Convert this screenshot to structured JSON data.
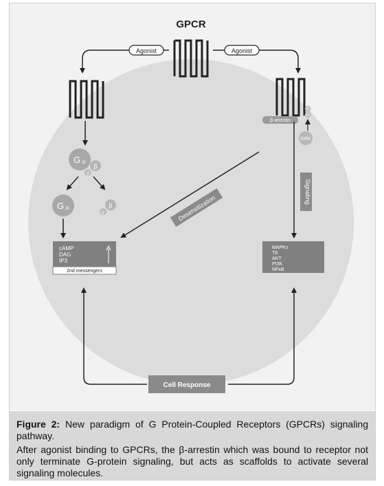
{
  "diagram": {
    "title": "GPCR",
    "agonist_left": "Agonist",
    "agonist_right": "Agonist",
    "g_alpha": "G",
    "alpha_sub": "α",
    "beta": "β",
    "gamma": "γ",
    "g_alpha_free": "G",
    "beta_arrestin": "β-arrestin",
    "grk": "GRK",
    "desensitization": "Desensitization",
    "signaling": "Signaling",
    "second_messengers": [
      "cAMP",
      "DAG",
      "IP3"
    ],
    "second_messengers_label": "2nd messengers",
    "kinases": [
      "MAPKs",
      "TK",
      "AKT",
      "PI3K",
      "NFκB"
    ],
    "cell_response": "Cell Response"
  },
  "caption": {
    "figure_label": "Figure 2:",
    "title_text": "New paradigm of G Protein-Coupled Receptors (GPCRs) signaling pathway.",
    "body": "After agonist binding to GPCRs, the β-arrestin which was bound to receptor not only terminate G-protein signaling, but acts as scaffolds to activate several signaling molecules."
  }
}
